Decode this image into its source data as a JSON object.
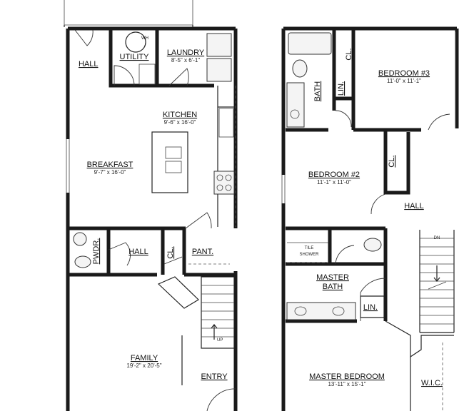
{
  "first_floor": {
    "rooms": [
      {
        "id": "hall-1",
        "label": "HALL",
        "dims": ""
      },
      {
        "id": "utility",
        "label": "UTILITY",
        "dims": ""
      },
      {
        "id": "laundry",
        "label": "LAUNDRY",
        "dims": "8'-5\" x 6'-1\""
      },
      {
        "id": "kitchen",
        "label": "KITCHEN",
        "dims": "9'-6\" x 16'-0\""
      },
      {
        "id": "breakfast",
        "label": "BREAKFAST",
        "dims": "9'-7\" x 16'-0\""
      },
      {
        "id": "pwdr",
        "label": "PWDR.",
        "dims": ""
      },
      {
        "id": "hall-2",
        "label": "HALL",
        "dims": ""
      },
      {
        "id": "cl-1",
        "label": "CL.",
        "dims": ""
      },
      {
        "id": "pant",
        "label": "PANT.",
        "dims": ""
      },
      {
        "id": "family",
        "label": "FAMILY",
        "dims": "19'-2\" x 20'-5\""
      },
      {
        "id": "entry",
        "label": "ENTRY",
        "dims": ""
      }
    ],
    "wh_label": "WH",
    "stair_up_label": "UP"
  },
  "second_floor": {
    "rooms": [
      {
        "id": "bath",
        "label": "BATH",
        "dims": ""
      },
      {
        "id": "cl-2",
        "label": "CL.",
        "dims": ""
      },
      {
        "id": "lin-1",
        "label": "LIN.",
        "dims": ""
      },
      {
        "id": "bedroom-3",
        "label": "BEDROOM #3",
        "dims": "11'-0\" x 11'-1\""
      },
      {
        "id": "bedroom-2",
        "label": "BEDROOM #2",
        "dims": "11'-1\" x 11'-0\""
      },
      {
        "id": "cl-3",
        "label": "CL.",
        "dims": ""
      },
      {
        "id": "hall-3",
        "label": "HALL",
        "dims": ""
      },
      {
        "id": "tile-shower",
        "label": "TILE",
        "dims": "SHOWER"
      },
      {
        "id": "master-bath",
        "label": "MASTER",
        "dims": "BATH"
      },
      {
        "id": "lin-2",
        "label": "LIN.",
        "dims": ""
      },
      {
        "id": "master-bedroom",
        "label": "MASTER BEDROOM",
        "dims": "13'-11\" x 15'-1\""
      },
      {
        "id": "wic",
        "label": "W.I.C.",
        "dims": ""
      }
    ],
    "stair_dn_label": "DN"
  }
}
